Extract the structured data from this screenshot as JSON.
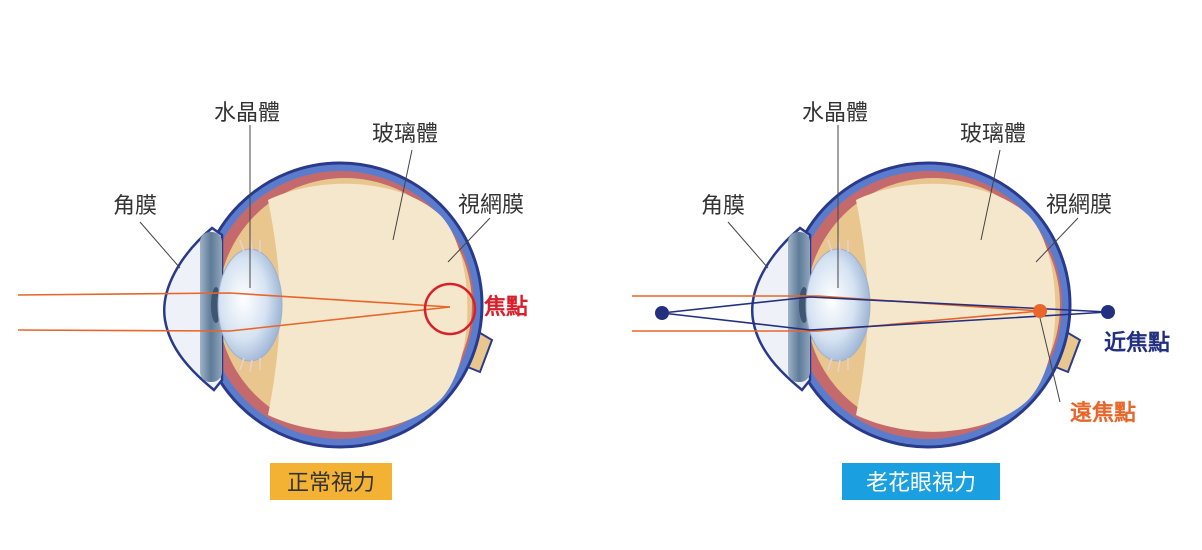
{
  "colors": {
    "sclera": "#5b7ccc",
    "outline": "#2a3a8a",
    "choroid": "#c46a6c",
    "retina": "#e8c68e",
    "vitreous": "#f4e7cc",
    "ray_orange": "#e8662a",
    "focus_red": "#d8202a",
    "near_navy": "#23307f",
    "normal_caption_bg": "#f4b235",
    "presbyopia_caption_bg": "#1aa0e0"
  },
  "normal_eye": {
    "labels": {
      "cornea": "角膜",
      "lens": "水晶體",
      "vitreous": "玻璃體",
      "retina": "視網膜"
    },
    "focus_label": "焦點",
    "caption": "正常視力"
  },
  "presbyopia_eye": {
    "labels": {
      "cornea": "角膜",
      "lens": "水晶體",
      "vitreous": "玻璃體",
      "retina": "視網膜"
    },
    "near_focus_label": "近焦點",
    "far_focus_label": "遠焦點",
    "caption": "老花眼視力"
  }
}
